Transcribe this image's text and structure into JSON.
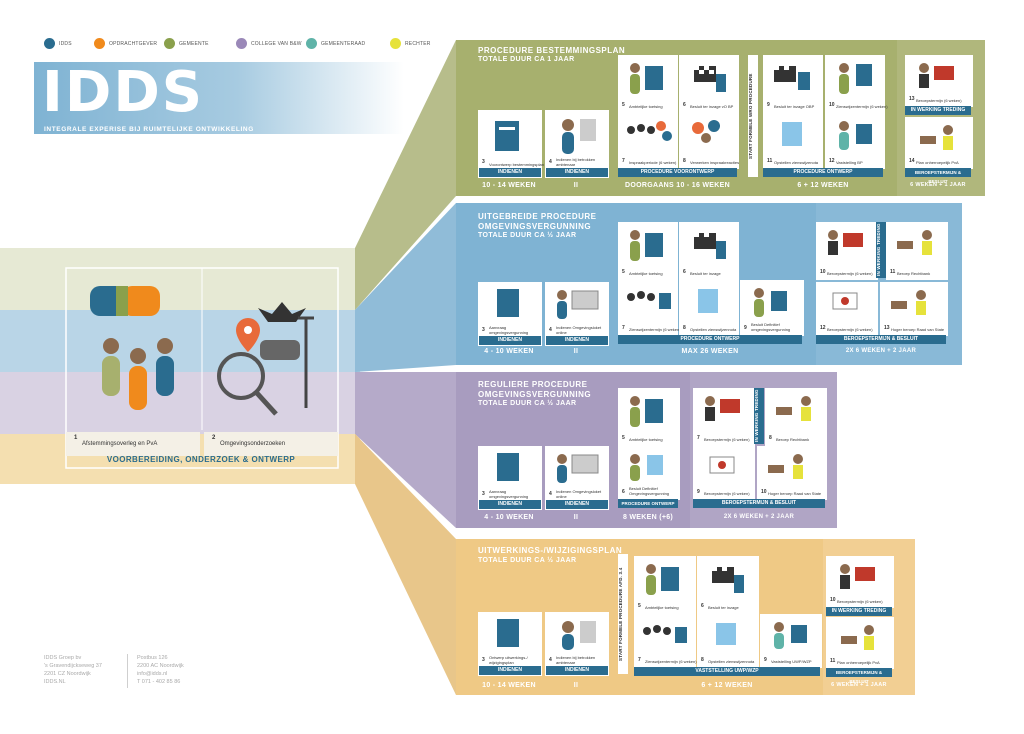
{
  "legend": [
    {
      "label": "IDDS",
      "color": "#2a6c8f"
    },
    {
      "label": "OPDRACHTGEVER",
      "color": "#f08a1c"
    },
    {
      "label": "GEMEENTE",
      "color": "#8aa04c"
    },
    {
      "label": "COLLEGE VAN B&W",
      "color": "#9a88b8"
    },
    {
      "label": "GEMEENTERAAD",
      "color": "#5fb3a8"
    },
    {
      "label": "RECHTER",
      "color": "#e6e23b"
    }
  ],
  "logo": {
    "title": "IDDS",
    "subtitle": "INTEGRALE EXPERISE BIJ RUIMTELIJKE ONTWIKKELING"
  },
  "left": {
    "step1_num": "1",
    "step1_label": "Afstemmingsoverleg en PvA",
    "step2_num": "2",
    "step2_label": "Omgevingsonderzoeken",
    "phase": "VOORBEREIDING, ONDERZOEK & ONTWERP"
  },
  "panel1": {
    "title": "PROCEDURE BESTEMMINGSPLAN",
    "subtitle": "TOTALE DUUR CA 1 JAAR",
    "c3": {
      "num": "3",
      "cap": "Voorontwerp bestemmingsplan",
      "lab": "INDIENEN"
    },
    "c4": {
      "num": "4",
      "cap": "Indienen bij betrokken ambtenaar",
      "lab": "INDIENEN"
    },
    "c5": {
      "num": "5",
      "cap": "Ambtelijke toetsing"
    },
    "c6": {
      "num": "6",
      "cap": "Besluit ter inzage vO BP"
    },
    "c7": {
      "num": "7",
      "cap": "Inspraakperiode (6 weken)"
    },
    "c8": {
      "num": "8",
      "cap": "Verwerken inspraakreacties"
    },
    "c9": {
      "num": "9",
      "cap": "Besluit ter inzage OBP"
    },
    "c10": {
      "num": "10",
      "cap": "Zienswijzentermijn (6 weken)"
    },
    "c11": {
      "num": "11",
      "cap": "Opstellen zienswijzenota"
    },
    "c12": {
      "num": "12",
      "cap": "Vaststelling BP"
    },
    "c13": {
      "num": "13",
      "cap": "Beroepstermijn (6 weken)"
    },
    "c14": {
      "num": "14",
      "cap": "Plan onherroepelijk PvA"
    },
    "lab_ontwerp_voor": "PROCEDURE VOORONTWERP",
    "lab_ontwerp": "PROCEDURE ONTWERP",
    "lab_werking": "IN WERKING TREDING",
    "lab_beroep": "BEROEPSTERMIJN & BESLUIT",
    "start": "START FORMELE WRO PROCEDURE",
    "d1": "10 - 14 WEKEN",
    "d2": "II",
    "d3": "DOORGAANS 10 - 16 WEKEN",
    "d4": "6 + 12 WEKEN",
    "d5": "6 WEKEN + 1 JAAR"
  },
  "panel2": {
    "title": "UITGEBREIDE PROCEDURE",
    "title2": "OMGEVINGSVERGUNNING",
    "subtitle": "TOTALE DUUR CA ½ JAAR",
    "c3": {
      "num": "3",
      "cap": "Aanvraag omgevingsvergunning",
      "lab": "INDIENEN"
    },
    "c4": {
      "num": "4",
      "cap": "Indienen Omgevingsloket online",
      "lab": "INDIENEN"
    },
    "c5": {
      "num": "5",
      "cap": "Ambtelijke toetsing"
    },
    "c6": {
      "num": "6",
      "cap": "Besluit ter inzage"
    },
    "c7": {
      "num": "7",
      "cap": "Zienswijzentermijn (6 weken)"
    },
    "c8": {
      "num": "8",
      "cap": "Opstellen zienswijzennota"
    },
    "c9": {
      "num": "9",
      "cap": "Besluit Definitief omgevingsvergunning"
    },
    "c10": {
      "num": "10",
      "cap": "Beroepstermijn (6 weken)"
    },
    "c11": {
      "num": "11",
      "cap": "Beroep Rechtbank"
    },
    "c12": {
      "num": "12",
      "cap": "Beroepstermijn (6 weken)"
    },
    "c13": {
      "num": "13",
      "cap": "Hoger beroep Raad van State"
    },
    "lab_ontwerp": "PROCEDURE ONTWERP",
    "lab_werking": "IN WERKING TREDING",
    "lab_beroep": "BEROEPSTERMIJN & BESLUIT",
    "d1": "4 - 10 WEKEN",
    "d2": "II",
    "d3": "MAX 26 WEKEN",
    "d4": "2X 6 WEKEN + 2 JAAR"
  },
  "panel3": {
    "title": "REGULIERE PROCEDURE",
    "title2": "OMGEVINGSVERGUNNING",
    "subtitle": "TOTALE DUUR CA ½ JAAR",
    "c3": {
      "num": "3",
      "cap": "Aanvraag omgevingsvergunning",
      "lab": "INDIENEN"
    },
    "c4": {
      "num": "4",
      "cap": "Indienen Omgevingsloket online",
      "lab": "INDIENEN"
    },
    "c5": {
      "num": "5",
      "cap": "Ambtelijke toetsing"
    },
    "c6": {
      "num": "6",
      "cap": "Besluit Definitief Omgevingsvergunning"
    },
    "c7": {
      "num": "7",
      "cap": "Beroepstermijn (6 weken)"
    },
    "c8": {
      "num": "8",
      "cap": "Beroep Rechtbank"
    },
    "c9": {
      "num": "9",
      "cap": "Beroepstermijn (6 weken)"
    },
    "c10": {
      "num": "10",
      "cap": "Hoger beroep Raad van State"
    },
    "lab_ontwerp": "PROCEDURE ONTWERP",
    "lab_werking": "IN WERKING TREDING",
    "lab_beroep": "BEROEPSTERMIJN & BESLUIT",
    "d1": "4 - 10 WEKEN",
    "d2": "II",
    "d3": "8 WEKEN (+6)",
    "d4": "2X 6 WEKEN + 2 JAAR"
  },
  "panel4": {
    "title": "UITWERKINGS-/WIJZIGINGSPLAN",
    "subtitle": "TOTALE DUUR CA ½ JAAR",
    "c3": {
      "num": "3",
      "cap": "Ontwerp uitwerkings-/ wijzigingsplan",
      "lab": "INDIENEN"
    },
    "c4": {
      "num": "4",
      "cap": "Indienen bij betrokken ambtenaar",
      "lab": "INDIENEN"
    },
    "c5": {
      "num": "5",
      "cap": "Ambtelijke toetsing"
    },
    "c6": {
      "num": "6",
      "cap": "Besluit ter inzage"
    },
    "c7": {
      "num": "7",
      "cap": "Zienswijzentermijn (6 weken)"
    },
    "c8": {
      "num": "8",
      "cap": "Opstellen zienswijzennota"
    },
    "c9": {
      "num": "9",
      "cap": "Vaststelling UWP/WZP"
    },
    "c10": {
      "num": "10",
      "cap": "Beroepstermijn (6 weken)"
    },
    "c11": {
      "num": "11",
      "cap": "Plan onherroepelijk PvA"
    },
    "lab_vast": "VASTSTELLING UWP/WZP",
    "lab_werking": "IN WERKING TREDING",
    "lab_beroep": "BEROEPSTERMIJN & BESLUIT",
    "start": "START FORMELE PROCEDURE AFD. 3.4",
    "d1": "10 - 14 WEKEN",
    "d2": "II",
    "d3": "6 + 12 WEKEN",
    "d4": "6 WEKEN + 1 JAAR"
  },
  "footer": {
    "l1": "IDDS Groep bv",
    "l2": "'s Gravendijckseweg 37",
    "l3": "2201 CZ Noordwijk",
    "l4": "IDDS.NL",
    "r1": "Postbus 126",
    "r2": "2200 AC Noordwijk",
    "r3": "info@idds.nl",
    "r4": "T 071 - 402 85 86"
  },
  "colors": {
    "green": "#a7b06e",
    "green_dark": "#8a9351",
    "blue": "#7fb3d3",
    "blue_dark": "#5e98bd",
    "purple": "#a89cbf",
    "purple_dark": "#8c7fa7",
    "orange": "#efc985",
    "orange_dark": "#e0ab53",
    "idds_blue": "#2a6c8f"
  }
}
